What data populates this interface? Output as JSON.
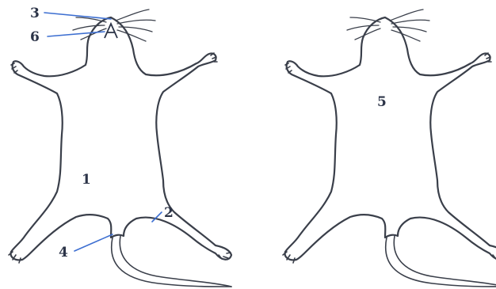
{
  "colors": {
    "outline": "#3a3f4a",
    "leader": "#3d6fd1",
    "label": "#2c3448",
    "background": "#ffffff"
  },
  "labels": {
    "l1": "1",
    "l2": "2",
    "l3": "3",
    "l4": "4",
    "l5": "5",
    "l6": "6"
  }
}
